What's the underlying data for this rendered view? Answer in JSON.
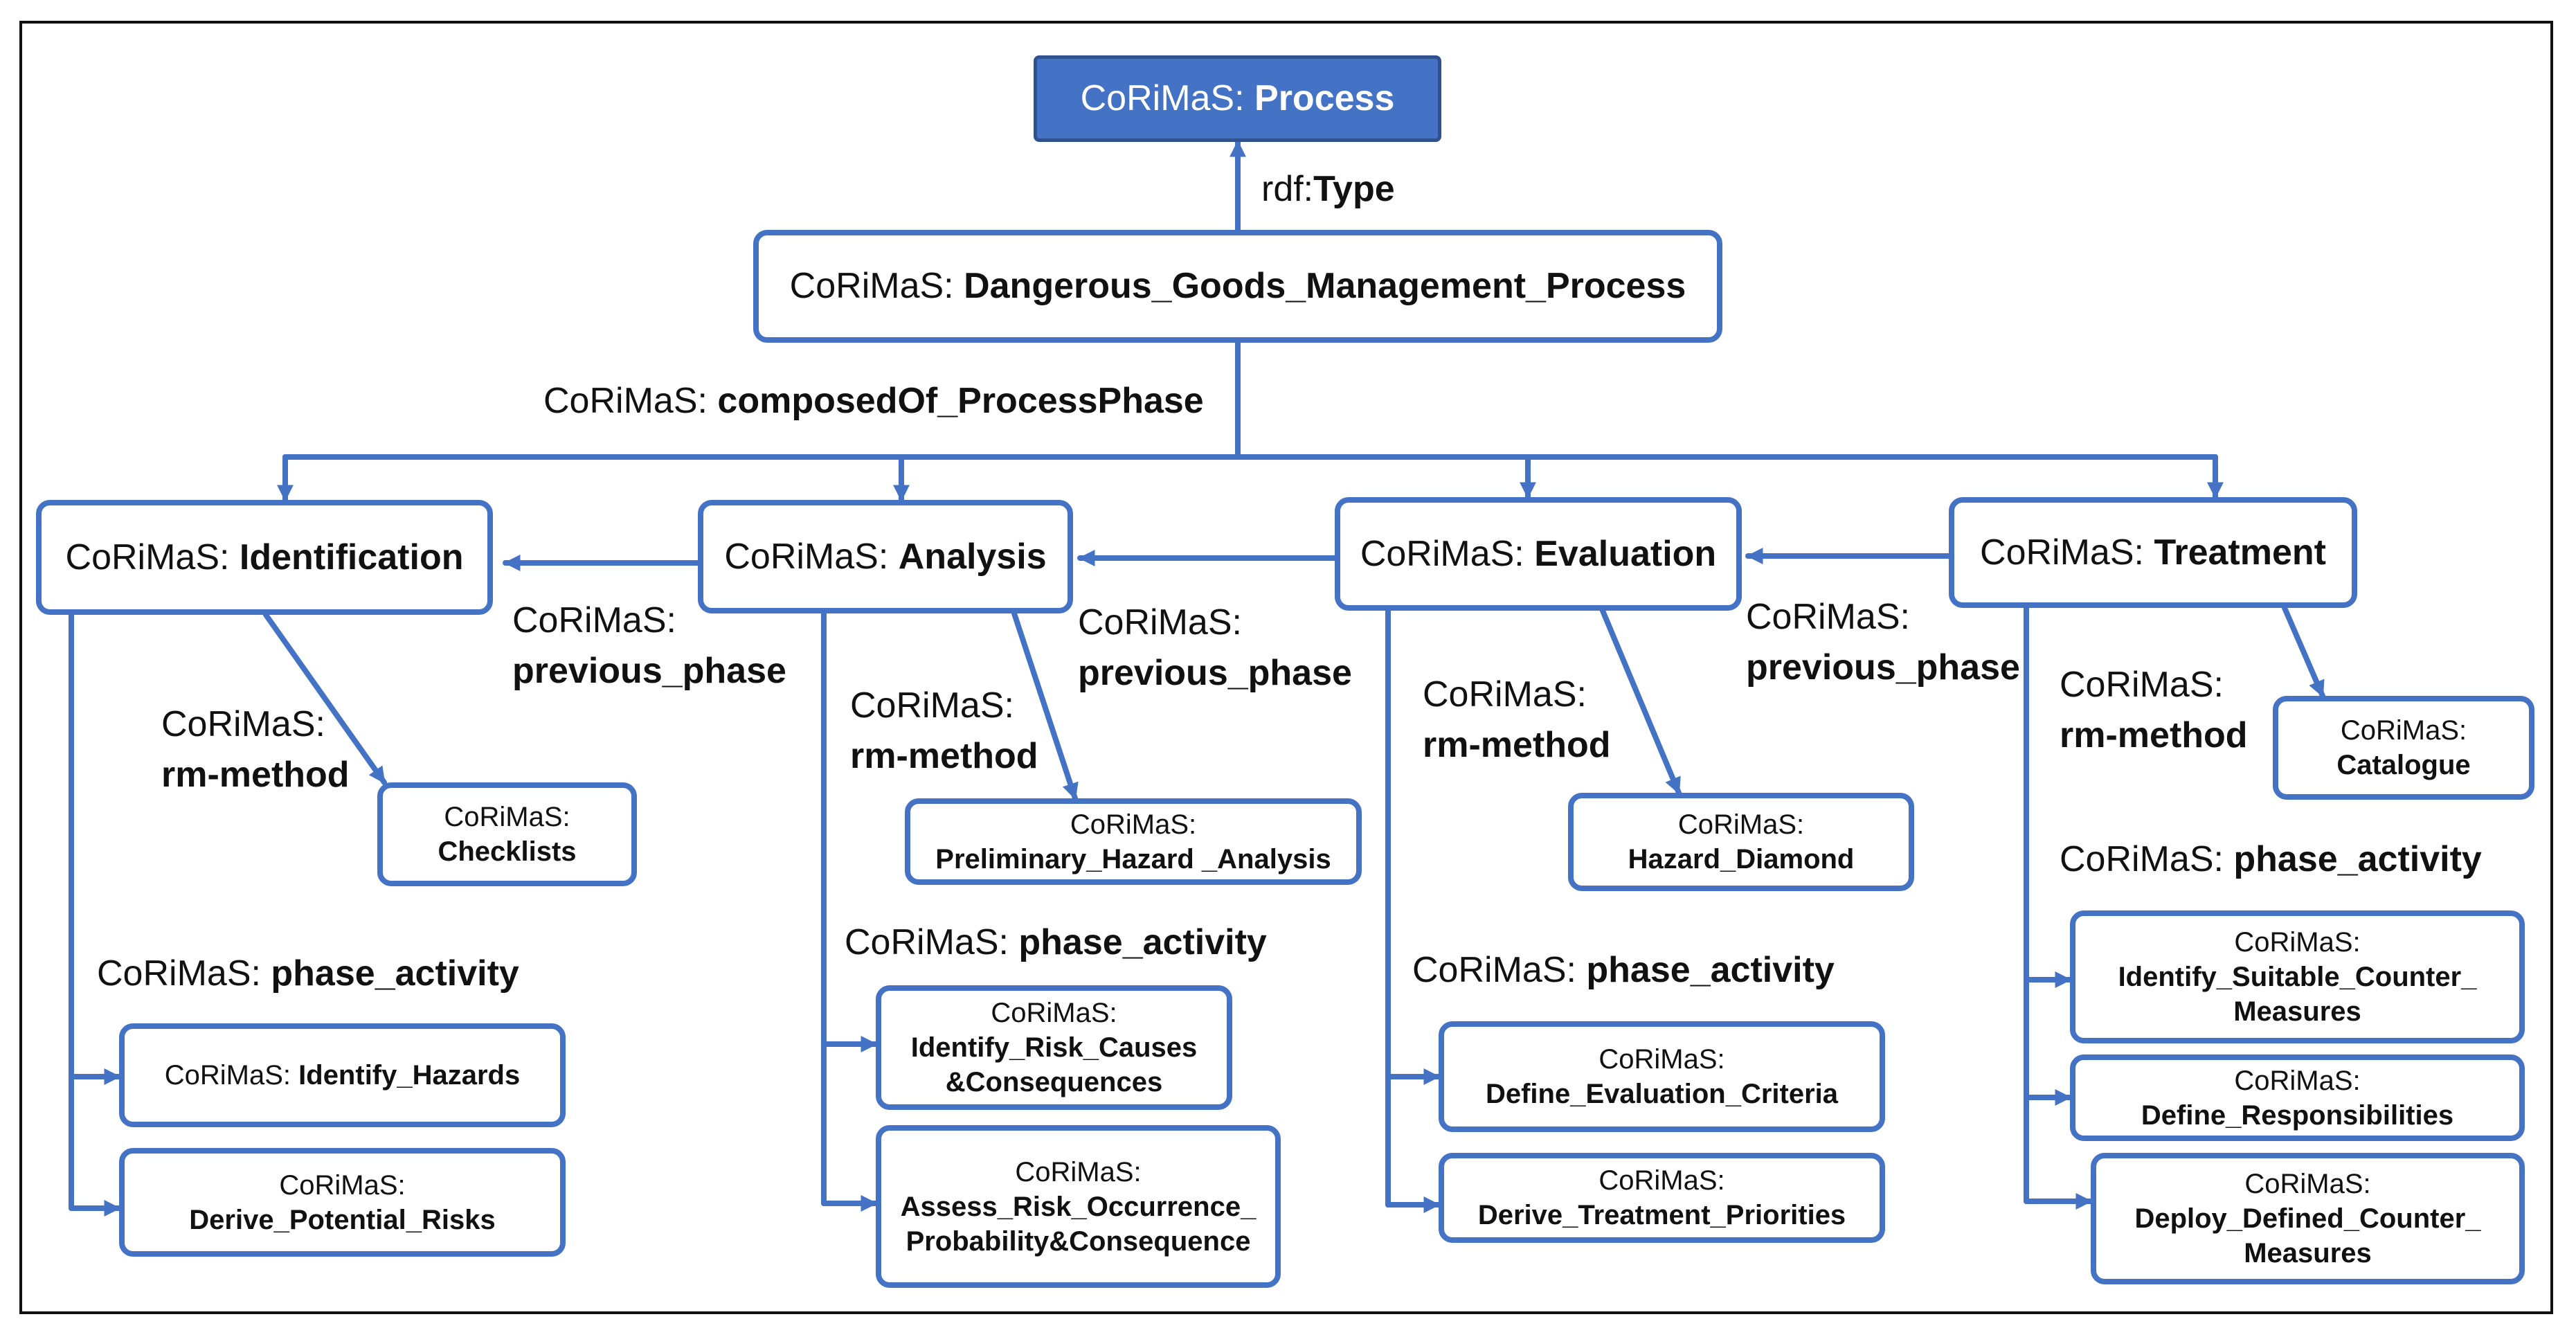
{
  "colors": {
    "accent": "#4472c4",
    "top_fill": "#4472c4",
    "top_text": "#ffffff",
    "text": "#111111"
  },
  "nodes": {
    "process": {
      "prefix": "CoRiMaS:",
      "name": "Process"
    },
    "dgmp": {
      "prefix": "CoRiMaS:",
      "name": "Dangerous_Goods_Management_Process"
    },
    "identification": {
      "prefix": "CoRiMaS:",
      "name": "Identification"
    },
    "analysis": {
      "prefix": "CoRiMaS:",
      "name": "Analysis"
    },
    "evaluation": {
      "prefix": "CoRiMaS:",
      "name": "Evaluation"
    },
    "treatment": {
      "prefix": "CoRiMaS:",
      "name": "Treatment"
    },
    "checklists": {
      "prefix": "CoRiMaS:",
      "name": "Checklists"
    },
    "pha": {
      "prefix": "CoRiMaS:",
      "name": "Preliminary_Hazard _Analysis"
    },
    "hazard_diamond": {
      "prefix": "CoRiMaS:",
      "name": "Hazard_Diamond"
    },
    "catalogue": {
      "prefix": "CoRiMaS:",
      "name": "Catalogue"
    },
    "identify_hazards": {
      "prefix": "CoRiMaS:",
      "name": "Identify_Hazards"
    },
    "derive_potential_risks": {
      "prefix": "CoRiMaS:",
      "name": "Derive_Potential_Risks"
    },
    "identify_risk_causes": {
      "prefix": "CoRiMaS:",
      "name1": "Identify_Risk_Causes",
      "name2": "&Consequences"
    },
    "assess_risk": {
      "prefix": "CoRiMaS:",
      "name1": "Assess_Risk_Occurrence_",
      "name2": "Probability&Consequence"
    },
    "define_eval_criteria": {
      "prefix": "CoRiMaS:",
      "name": "Define_Evaluation_Criteria"
    },
    "derive_treatment_priorities": {
      "prefix": "CoRiMaS:",
      "name": "Derive_Treatment_Priorities"
    },
    "identify_counter": {
      "prefix": "CoRiMaS:",
      "name1": "Identify_Suitable_Counter_",
      "name2": "Measures"
    },
    "define_resp": {
      "prefix": "CoRiMaS:",
      "name": "Define_Responsibilities"
    },
    "deploy_counter": {
      "prefix": "CoRiMaS:",
      "name1": "Deploy_Defined_Counter_",
      "name2": "Measures"
    }
  },
  "edge_labels": {
    "rdf_type": {
      "prefix": "rdf:",
      "name": "Type"
    },
    "composed_of": {
      "prefix": "CoRiMaS:",
      "name": "composedOf_ProcessPhase"
    },
    "prev1": {
      "prefix": "CoRiMaS:",
      "name": "previous_phase"
    },
    "prev2": {
      "prefix": "CoRiMaS:",
      "name": "previous_phase"
    },
    "prev3": {
      "prefix": "CoRiMaS:",
      "name": "previous_phase"
    },
    "rm1": {
      "prefix": "CoRiMaS:",
      "name": "rm-method"
    },
    "rm2": {
      "prefix": "CoRiMaS:",
      "name": "rm-method"
    },
    "rm3": {
      "prefix": "CoRiMaS:",
      "name": "rm-method"
    },
    "rm4": {
      "prefix": "CoRiMaS:",
      "name": "rm-method"
    },
    "pa1": {
      "prefix": "CoRiMaS:",
      "name": "phase_activity"
    },
    "pa2": {
      "prefix": "CoRiMaS:",
      "name": "phase_activity"
    },
    "pa3": {
      "prefix": "CoRiMaS:",
      "name": "phase_activity"
    },
    "pa4": {
      "prefix": "CoRiMaS:",
      "name": "phase_activity"
    }
  }
}
